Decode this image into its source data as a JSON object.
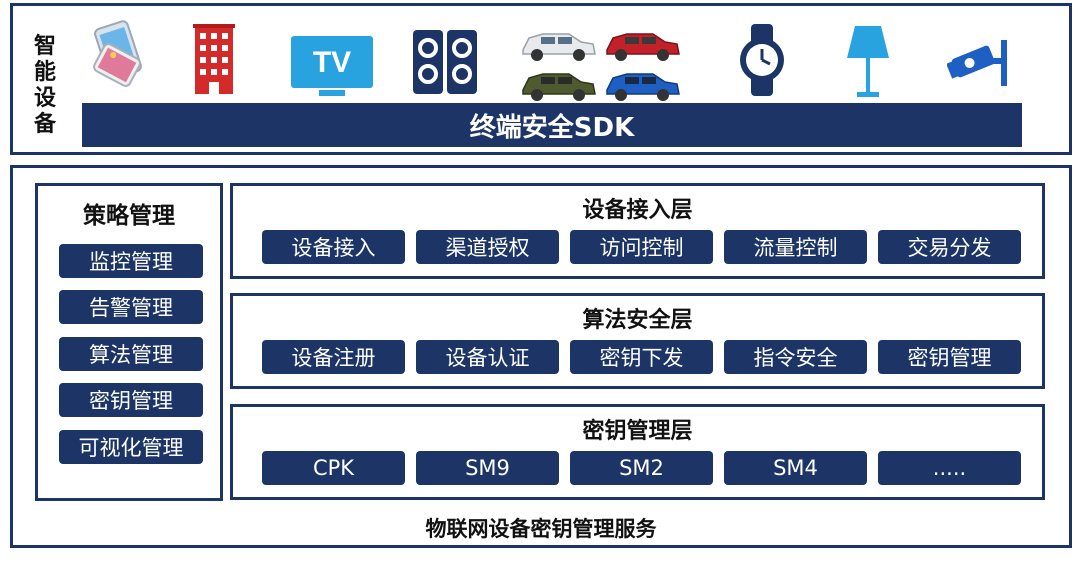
{
  "devices_panel": {
    "label_chars": [
      "智",
      "能",
      "设",
      "备"
    ],
    "devices": [
      {
        "icon": "smartphone-icon"
      },
      {
        "icon": "building-icon"
      },
      {
        "icon": "tv-icon",
        "text": "TV"
      },
      {
        "icon": "speaker-icon"
      },
      {
        "icon": "car-group-icon"
      },
      {
        "icon": "watch-icon"
      },
      {
        "icon": "lamp-icon"
      },
      {
        "icon": "camera-icon"
      }
    ],
    "sdk_label": "终端安全SDK"
  },
  "service": {
    "title": "物联网设备密钥管理服务",
    "policy": {
      "title": "策略管理",
      "items": [
        "监控管理",
        "告警管理",
        "算法管理",
        "密钥管理",
        "可视化管理"
      ]
    },
    "layers": [
      {
        "title": "设备接入层",
        "items": [
          "设备接入",
          "渠道授权",
          "访问控制",
          "流量控制",
          "交易分发"
        ]
      },
      {
        "title": "算法安全层",
        "items": [
          "设备注册",
          "设备认证",
          "密钥下发",
          "指令安全",
          "密钥管理"
        ]
      },
      {
        "title": "密钥管理层",
        "items": [
          "CPK",
          "SM9",
          "SM2",
          "SM4",
          "....."
        ]
      }
    ]
  },
  "colors": {
    "navy": "#1c3566",
    "sky": "#29a3e0",
    "red": "#d42a2a",
    "white": "#ffffff"
  }
}
